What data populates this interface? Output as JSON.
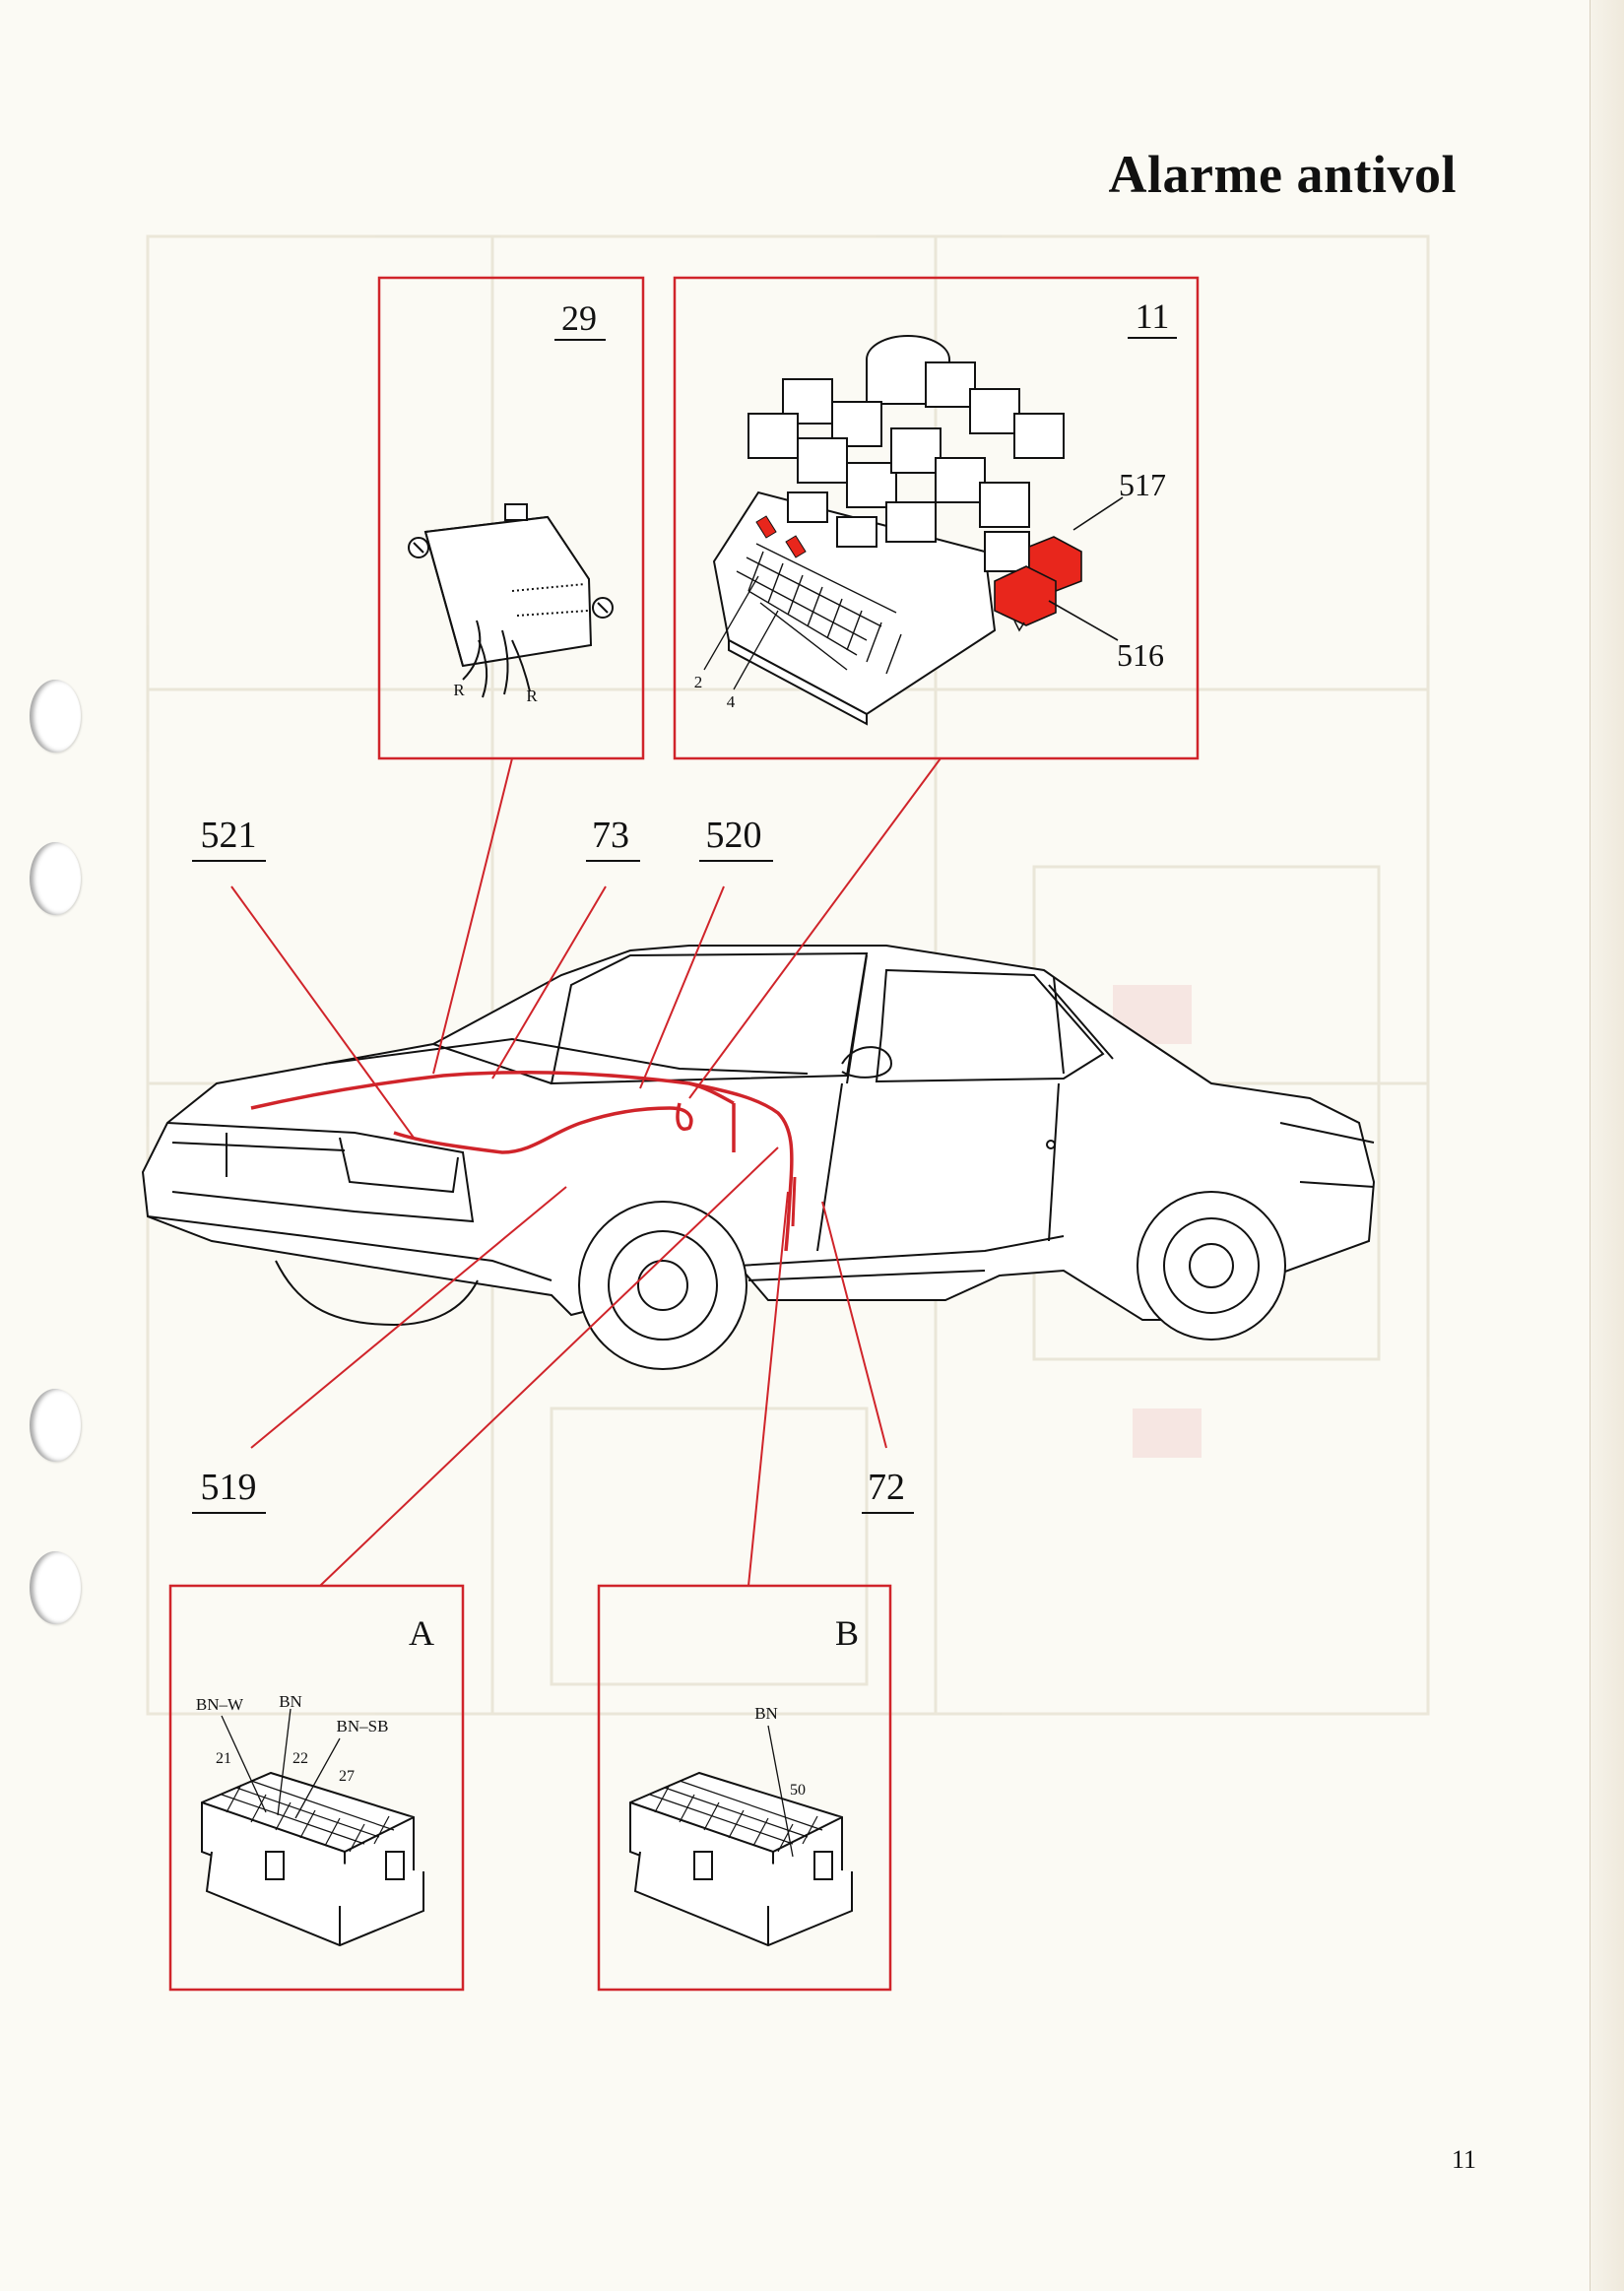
{
  "title": "Alarme antivol",
  "page_number": "11",
  "colors": {
    "accent": "#d0242a",
    "highlight": "#e8261c",
    "line": "#111111"
  },
  "callouts": {
    "c521": "521",
    "c73": "73",
    "c520": "520",
    "c519": "519",
    "c72": "72"
  },
  "panels": {
    "p29": {
      "number": "29",
      "wire_left": "R",
      "wire_right": "R"
    },
    "p11": {
      "number": "11",
      "label_517": "517",
      "label_516": "516",
      "label_2": "2",
      "label_4": "4"
    },
    "pA": {
      "letter": "A",
      "wire1": "BN–W",
      "wire2": "BN",
      "wire3": "BN–SB",
      "pin1": "21",
      "pin2": "22",
      "pin3": "27"
    },
    "pB": {
      "letter": "B",
      "wire1": "BN",
      "pin1": "50"
    }
  }
}
